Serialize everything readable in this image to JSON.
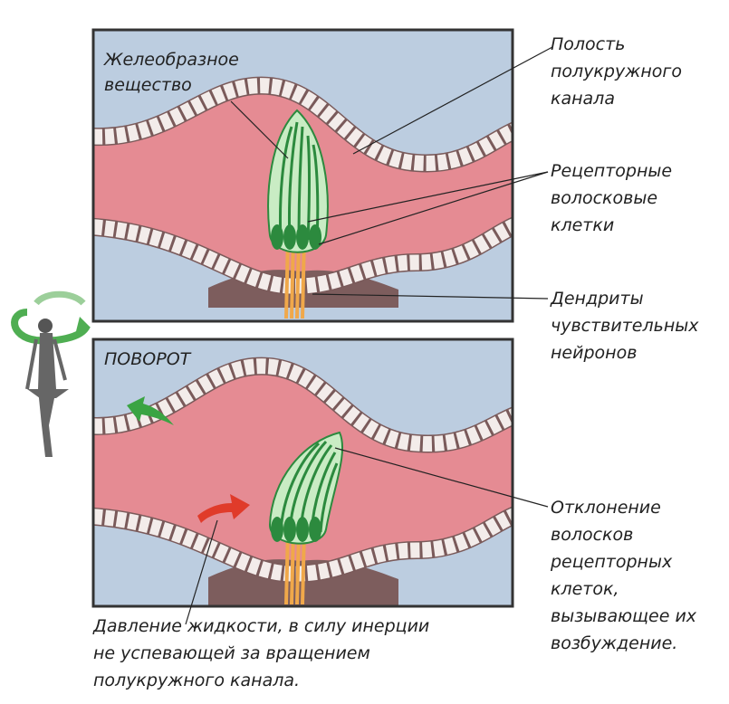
{
  "panels": {
    "top_label_line1": "Желеобразное",
    "top_label_line2": "вещество",
    "bottom_label": "ПОВОРОТ"
  },
  "labels": {
    "cavity": [
      "Полость",
      "полукружного",
      "канала"
    ],
    "receptor_cells": [
      "Рецепторные",
      "волосковые",
      "клетки"
    ],
    "dendrites": [
      "Дендриты",
      "чувствительных",
      "нейронов"
    ],
    "deflection": [
      "Отклонение",
      "волосков",
      "рецепторных",
      "клеток,",
      "вызывающее их",
      "возбуждение."
    ],
    "pressure": [
      "Давление жидкости,  в силу инерции",
      "не успевающей за вращением",
      "полукружного канала."
    ]
  },
  "colors": {
    "background": "#bccde0",
    "fluid": "#e58b93",
    "cells": "#f3ecea",
    "cell_outline": "#7a5a5a",
    "cupula": "#c9ecc4",
    "hair": "#2c8a3e",
    "nerve": "#f0a84a",
    "arrow_green": "#3aa443",
    "arrow_red": "#e03b2a",
    "frame": "#333333"
  },
  "icons": [
    "rotating-person-icon",
    "green-rotation-arrow-icon",
    "red-pressure-arrow-icon"
  ]
}
